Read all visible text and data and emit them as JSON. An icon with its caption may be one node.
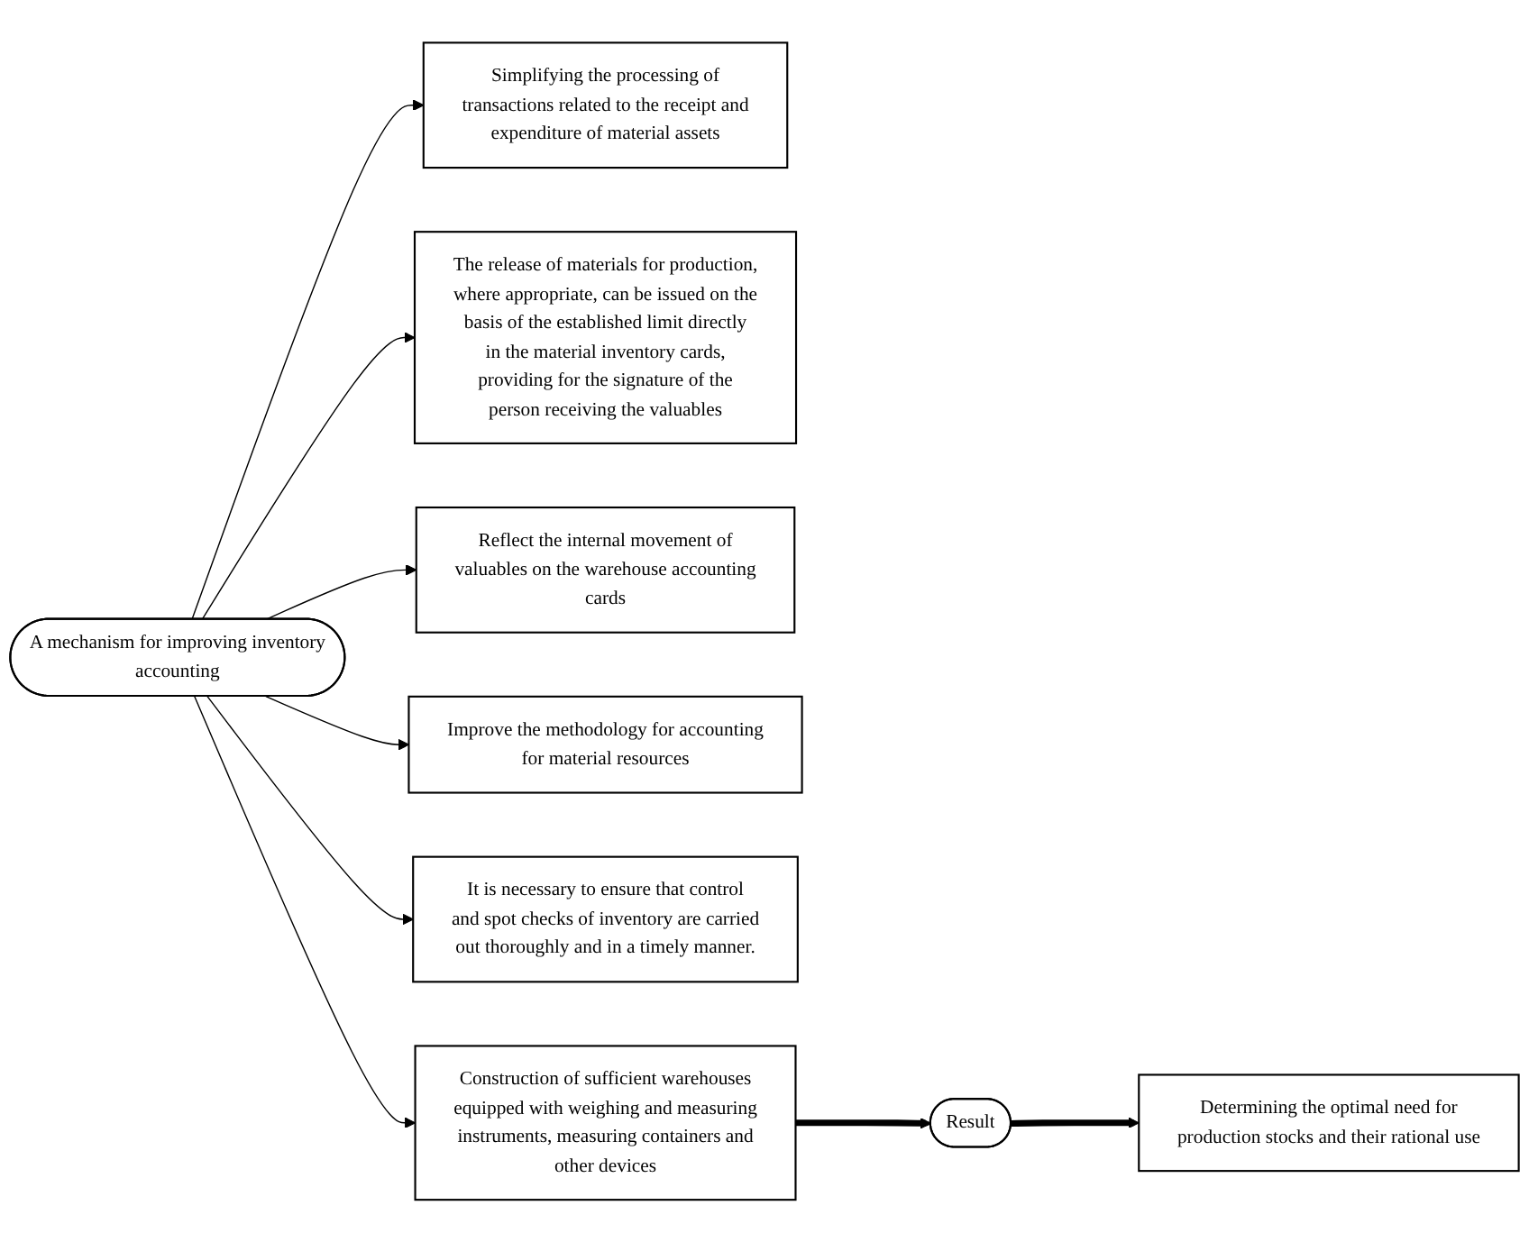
{
  "diagram": {
    "nodes": [
      {
        "text": [
          "A mechanism for improving inventory accounting"
        ]
      },
      {
        "text": [
          "Simplifying the processing of transactions related to the receipt and expenditure of material assets"
        ]
      },
      {
        "text": [
          "The release of materials for production, where appropriate, can be issued on the basis of the established limit directly in the material inventory cards, providing for the signature of the person receiving the valuables"
        ]
      },
      {
        "text": [
          "Reflect the internal movement of valuables on the warehouse accounting cards"
        ]
      },
      {
        "text": [
          "Improve the methodology for accounting for material resources"
        ]
      },
      {
        "text": [
          "It is necessary to ensure that control and spot checks of inventory are carried out thoroughly and in a timely manner."
        ]
      },
      {
        "text": [
          "Construction of sufficient warehouses equipped with weighing and measuring instruments, measuring containers and other devices"
        ]
      },
      {
        "text": [
          "Result"
        ]
      },
      {
        "text": [
          "Determining the optimal need for production stocks and their rational use"
        ]
      }
    ],
    "edges": [
      {
        "from": 0,
        "to": 1,
        "arrow": "to"
      },
      {
        "from": 0,
        "to": 3,
        "arrow": "to"
      },
      {
        "from": 0,
        "to": 5,
        "arrow": "to"
      },
      {
        "from": 0,
        "to": 2,
        "arrow": "to"
      },
      {
        "from": 0,
        "to": 4,
        "arrow": "to"
      },
      {
        "from": 0,
        "to": 6,
        "arrow": "to"
      },
      {
        "from": 6,
        "to": 7,
        "arrow": "to",
        "style": "thick"
      },
      {
        "from": 7,
        "to": 8,
        "arrow": "to",
        "style": "thick"
      }
    ]
  }
}
